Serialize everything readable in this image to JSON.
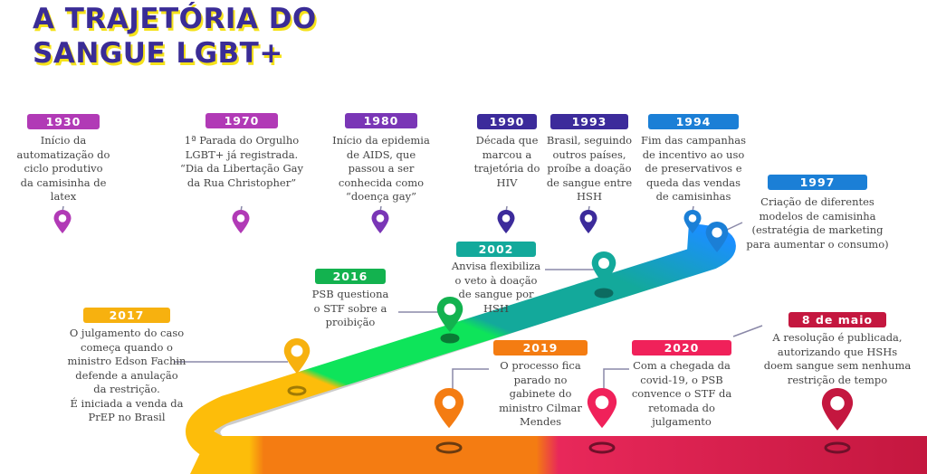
{
  "title": {
    "line1": "A TRAJETÓRIA DO",
    "line2": "SANGUE LGBT+"
  },
  "events": [
    {
      "label": "1930",
      "text": "Início da\nautomatização do\nciclo produtivo\nda camisinha de\nlatex",
      "color": "#b13ab6"
    },
    {
      "label": "1970",
      "text": "1ª Parada do Orgulho\nLGBT+ já registrada.\n“Dia da Libertação Gay\nda Rua Christopher”",
      "color": "#b13ab6"
    },
    {
      "label": "1980",
      "text": "Início da epidemia\nde AIDS, que\npassou a ser\nconhecida como\n“doença gay”",
      "color": "#7a36b6"
    },
    {
      "label": "1990",
      "text": "Década que\nmarcou a\ntrajetória do\nHIV",
      "color": "#3c2b9b"
    },
    {
      "label": "1993",
      "text": "Brasil, seguindo\noutros países,\nproíbe a doação\nde sangue entre\nHSH",
      "color": "#3c2b9b"
    },
    {
      "label": "1994",
      "text": "Fim das campanhas\nde incentivo ao uso\nde preservativos e\nqueda das vendas\nde camisinhas",
      "color": "#1b7fd6"
    },
    {
      "label": "1997",
      "text": "Criação de diferentes\nmodelos de camisinha\n(estratégia de marketing\npara aumentar o consumo)",
      "color": "#1b7fd6"
    },
    {
      "label": "2002",
      "text": "Anvisa flexibiliza\no veto à doação\nde sangue por\nHSH",
      "color": "#13a99b"
    },
    {
      "label": "2016",
      "text": "PSB questiona\no STF sobre a\nproibição",
      "color": "#13b24f"
    },
    {
      "label": "2017",
      "text": "O julgamento do caso\ncomeça quando o\nministro Edson Fachin\ndefende a anulação\nda restrição.\nÉ iniciada a venda da\nPrEP no Brasil",
      "color": "#f7b10f"
    },
    {
      "label": "2019",
      "text": "O processo fica\nparado no\ngabinete do\nministro Cilmar\nMendes",
      "color": "#f47c12"
    },
    {
      "label": "2020",
      "text": "Com a chegada da\ncovid-19, o PSB\nconvence o STF da\nretomada do\njulgamento",
      "color": "#f0215a"
    },
    {
      "label": "8 de maio",
      "text": "A resolução é publicada,\nautorizando que HSHs\ndoem sangue sem nenhuma\nrestrição de tempo",
      "color": "#c4173f"
    }
  ]
}
